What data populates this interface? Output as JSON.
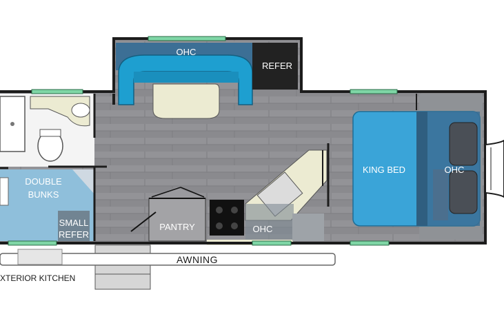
{
  "labels": {
    "ohc_slide": "OHC",
    "refer": "REFER",
    "king_bed": "KING BED",
    "ohc_bedroom": "OHC",
    "double_bunks_line1": "DOUBLE",
    "double_bunks_line2": "BUNKS",
    "small_refer_line1": "SMALL",
    "small_refer_line2": "REFER",
    "pantry": "PANTRY",
    "ohc_kitchen": "OHC",
    "awning": "AWNING",
    "exterior_kitchen": "XTERIOR KITCHEN"
  },
  "colors": {
    "floor": "#8a8a8e",
    "wall": "#1c1c1c",
    "sofa": "#1e9fd0",
    "bed": "#3aa4d8",
    "counter": "#ecebd2",
    "window": "#7fd6a6",
    "ohc_overlay": "#3c6f95"
  }
}
